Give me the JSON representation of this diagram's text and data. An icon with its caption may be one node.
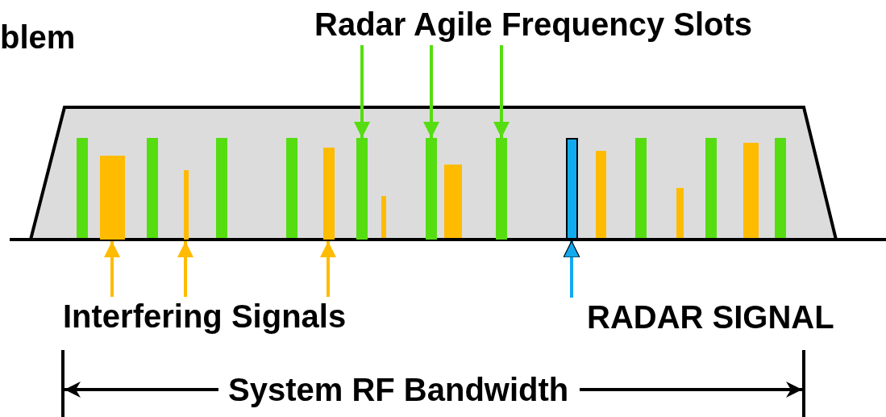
{
  "diagram": {
    "nodes": [
      {
        "text": [
          "Radar Agile Frequency Slots"
        ]
      },
      {
        "text": [],
        "shape": "bar"
      },
      {
        "text": [],
        "shape": "bar"
      },
      {
        "text": [],
        "shape": "bar"
      },
      {
        "text": [
          "Interfering Signals"
        ]
      },
      {
        "text": [],
        "shape": "bar"
      },
      {
        "text": [],
        "shape": "bar"
      },
      {
        "text": [],
        "shape": "bar"
      },
      {
        "text": [
          "RADAR SIGNAL"
        ]
      },
      {
        "text": [],
        "shape": "bar"
      }
    ],
    "edges": [
      {
        "from": 0,
        "to": 1,
        "arrow": "to",
        "color": "#55dd11"
      },
      {
        "from": 0,
        "to": 2,
        "arrow": "to",
        "color": "#55dd11"
      },
      {
        "from": 0,
        "to": 3,
        "arrow": "to",
        "color": "#55dd11"
      },
      {
        "from": 4,
        "to": 5,
        "arrow": "to",
        "color": "#ffbb00"
      },
      {
        "from": 4,
        "to": 6,
        "arrow": "to",
        "color": "#ffbb00"
      },
      {
        "from": 4,
        "to": 7,
        "arrow": "to",
        "color": "#ffbb00"
      },
      {
        "from": 8,
        "to": 9,
        "arrow": "to",
        "color": "#11aaee"
      }
    ],
    "labels": [
      "blem",
      "System RF Bandwidth"
    ]
  }
}
